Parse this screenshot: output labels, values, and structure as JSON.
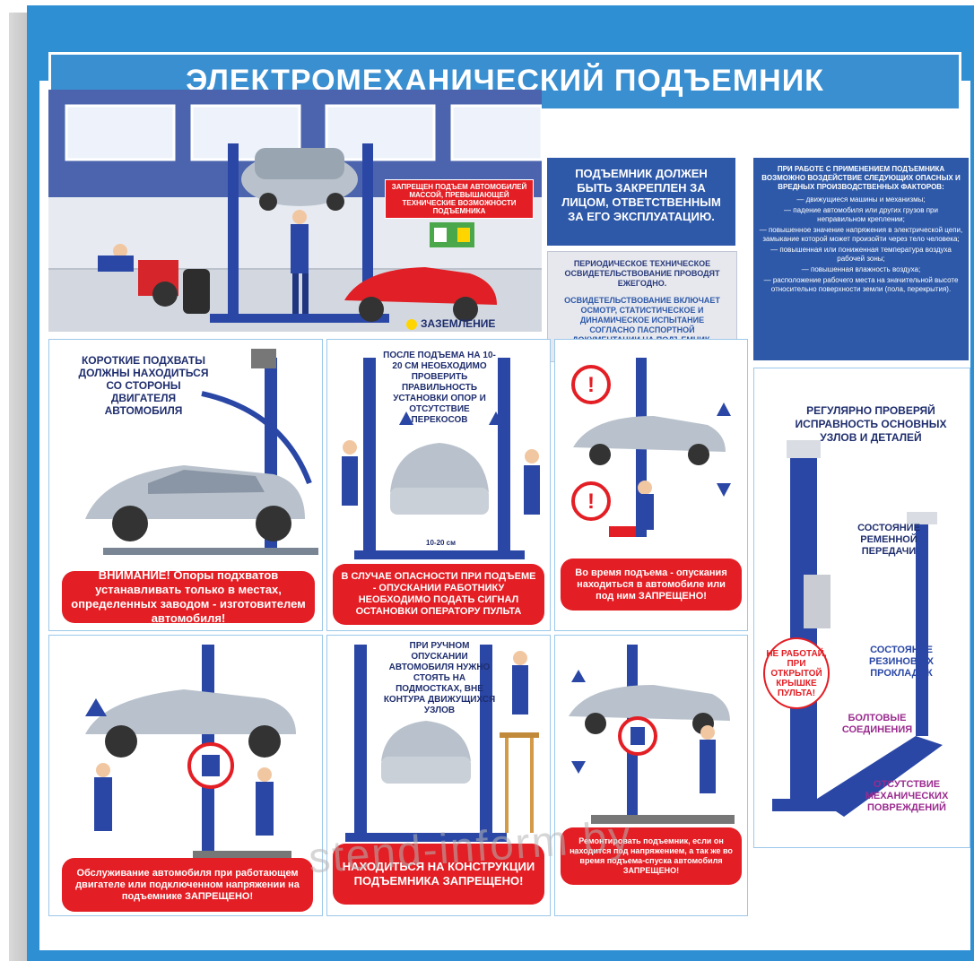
{
  "title": "ЭЛЕКТРОМЕХАНИЧЕСКИЙ ПОДЪЕМНИК",
  "garage": {
    "prohibit_sign": "ЗАПРЕЩЕН ПОДЪЕМ АВТОМОБИЛЕЙ МАССОЙ, ПРЕВЫШАЮЩЕЙ ТЕХНИЧЕСКИЕ ВОЗМОЖНОСТИ ПОДЪЕМНИКА",
    "grounding": "ЗАЗЕМЛЕНИЕ"
  },
  "info": {
    "responsible": "ПОДЪЕМНИК ДОЛЖЕН БЫТЬ ЗАКРЕПЛЕН ЗА ЛИЦОМ, ОТВЕТСТВЕННЫМ ЗА ЕГО ЭКСПЛУАТАЦИЮ.",
    "inspection_title": "ПЕРИОДИЧЕСКОЕ ТЕХНИЧЕСКОЕ ОСВИДЕТЕЛЬСТВОВАНИЕ ПРОВОДЯТ ЕЖЕГОДНО.",
    "inspection_body": "ОСВИДЕТЕЛЬСТВОВАНИЕ ВКЛЮЧАЕТ ОСМОТР, СТАТИСТИЧЕСКОЕ И ДИНАМИЧЕСКОЕ ИСПЫТАНИЕ СОГЛАСНО ПАСПОРТНОЙ ДОКУМЕНТАЦИИ НА ПОДЪЕМНИК.",
    "hazards_title": "ПРИ РАБОТЕ С ПРИМЕНЕНИЕМ ПОДЪЕМНИКА ВОЗМОЖНО ВОЗДЕЙСТВИЕ СЛЕДУЮЩИХ ОПАСНЫХ И ВРЕДНЫХ ПРОИЗВОДСТВЕННЫХ ФАКТОРОВ:",
    "hazards": [
      "— движущиеся машины и механизмы;",
      "— падение автомобиля или других грузов при неправильном креплении;",
      "— повышенное значение напряжения в электрической цепи, замыкание которой может произойти через тело человека;",
      "— повышенная или пониженная температура воздуха рабочей зоны;",
      "— повышенная влажность воздуха;",
      "— расположение рабочего места на значительной высоте относительно поверхности земли (пола, перекрытия)."
    ]
  },
  "cells": {
    "c1_top": "КОРОТКИЕ ПОДХВАТЫ ДОЛЖНЫ НАХОДИТЬСЯ СО СТОРОНЫ ДВИГАТЕЛЯ АВТОМОБИЛЯ",
    "c1_red": "ВНИМАНИЕ! Опоры подхватов устанавливать только в местах, определенных заводом - изготовителем автомобиля!",
    "c2_top": "ПОСЛЕ ПОДЪЕМА НА 10- 20 СМ НЕОБХОДИМО ПРОВЕРИТЬ ПРАВИЛЬНОСТЬ УСТАНОВКИ ОПОР И ОТСУТСТВИЕ ПЕРЕКОСОВ",
    "c2_measure": "10-20 см",
    "c2_red": "В СЛУЧАЕ ОПАСНОСТИ ПРИ ПОДЪЕМЕ - ОПУСКАНИИ РАБОТНИКУ НЕОБХОДИМО ПОДАТЬ СИГНАЛ ОСТАНОВКИ ОПЕРАТОРУ ПУЛЬТА",
    "c3_red": "Во время подъема - опускания находиться в автомобиле или под ним ЗАПРЕЩЕНО!",
    "c4_red": "Обслуживание автомобиля при работающем двигателе или подключенном напряжении на подъемнике ЗАПРЕЩЕНО!",
    "c5_top": "ПРИ РУЧНОМ ОПУСКАНИИ АВТОМОБИЛЯ НУЖНО СТОЯТЬ НА ПОДМОСТКАХ, ВНЕ КОНТУРА ДВИЖУЩИХСЯ УЗЛОВ",
    "c5_red": "НАХОДИТЬСЯ НА КОНСТРУКЦИИ ПОДЪЕМНИКА ЗАПРЕЩЕНО!",
    "c6_red": "Ремонтировать подъемник, если он находится под напряжением, а так же во время подъема-спуска автомобиля ЗАПРЕЩЕНО!"
  },
  "check": {
    "title": "РЕГУЛЯРНО ПРОВЕРЯЙ ИСПРАВНОСТЬ ОСНОВНЫХ УЗЛОВ И ДЕТАЛЕЙ",
    "belt": "СОСТОЯНИЕ РЕМЕННОЙ ПЕРЕДАЧИ",
    "rubber": "СОСТОЯНИЕ РЕЗИНОВЫХ ПРОКЛАДОК",
    "bolts": "БОЛТОВЫЕ СОЕДИНЕНИЯ",
    "damage": "ОТСУТСТВИЕ МЕХАНИЧЕСКИХ ПОВРЕЖДЕНИЙ",
    "warning": "НЕ РАБОТАЙ, ПРИ ОТКРЫТОЙ КРЫШКЕ ПУЛЬТА!"
  },
  "watermark": "stend-inform.by",
  "colors": {
    "board": "#2f8fd3",
    "red": "#e31e24",
    "navy": "#1f2e6e",
    "lift": "#2a47a6",
    "car": "#b9c2cc"
  }
}
